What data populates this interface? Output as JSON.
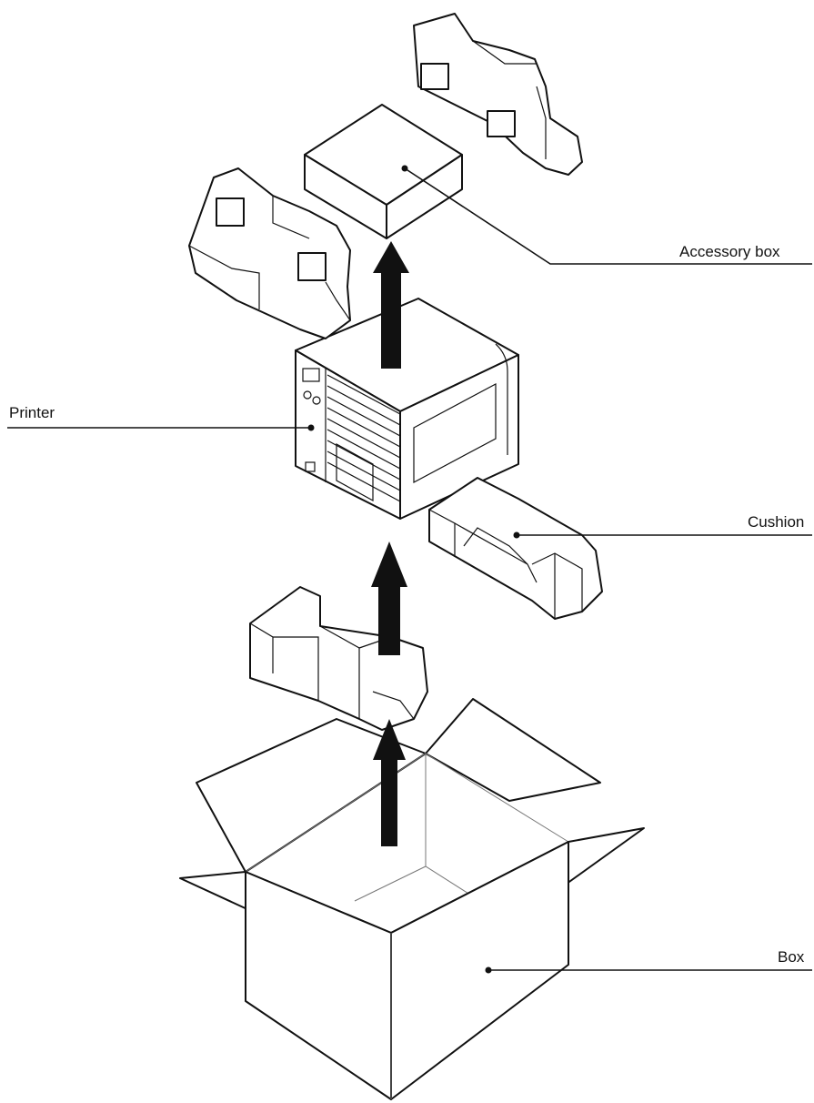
{
  "labels": {
    "accessory_box": "Accessory box",
    "printer": "Printer",
    "cushion": "Cushion",
    "box": "Box"
  },
  "colors": {
    "line": "#111111",
    "arrow": "#111111",
    "background": "#ffffff"
  }
}
